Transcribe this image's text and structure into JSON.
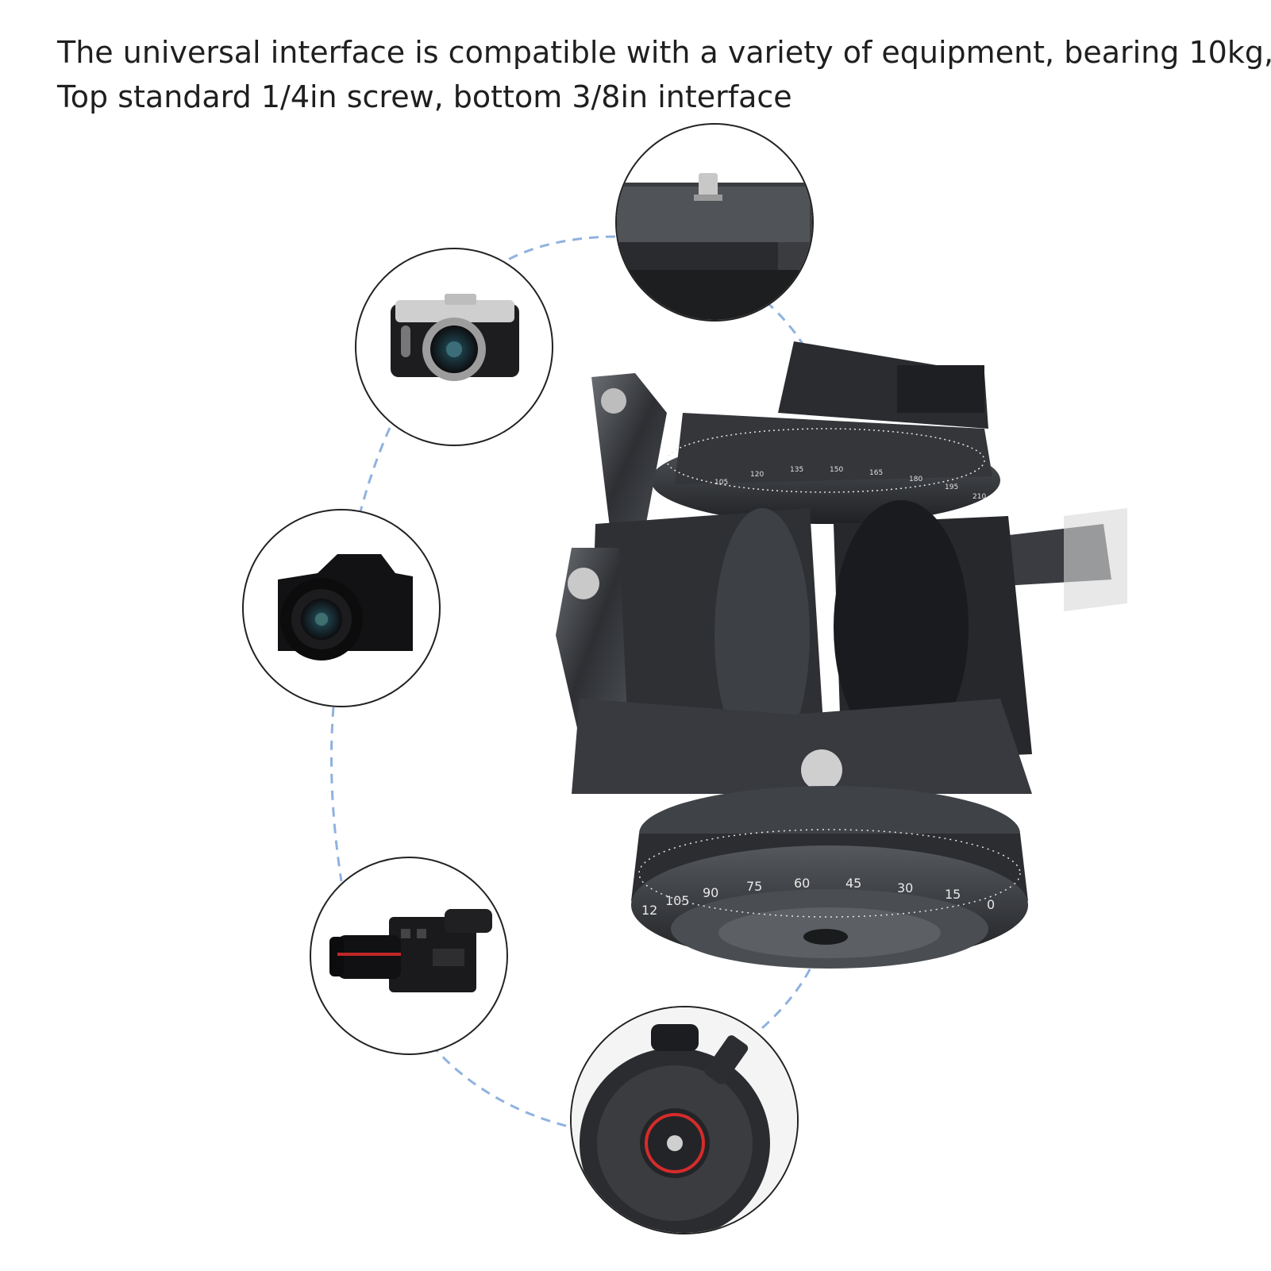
{
  "caption": {
    "line1": "The universal interface is compatible with a variety of equipment, bearing 10kg,",
    "line2": "Top standard 1/4in screw, bottom 3/8in interface"
  },
  "colors": {
    "dash_path": "#8fb2df",
    "circle_border": "#222222",
    "metal_dark": "#2b2d30",
    "metal_mid": "#4a4d52",
    "metal_light": "#8a8d92",
    "red_ring": "#d62b2b"
  },
  "icons": [
    "mounting-plate-screw-icon",
    "mirrorless-camera-icon",
    "dslr-camera-icon",
    "cinema-camera-icon",
    "bottom-thread-interface-icon",
    "tripod-ball-head-icon"
  ],
  "dial": {
    "top_scale": [
      "105",
      "120",
      "135",
      "150",
      "165",
      "180",
      "195",
      "210"
    ],
    "bottom_scale": [
      "12",
      "105",
      "90",
      "75",
      "60",
      "45",
      "30",
      "15",
      "0"
    ]
  }
}
